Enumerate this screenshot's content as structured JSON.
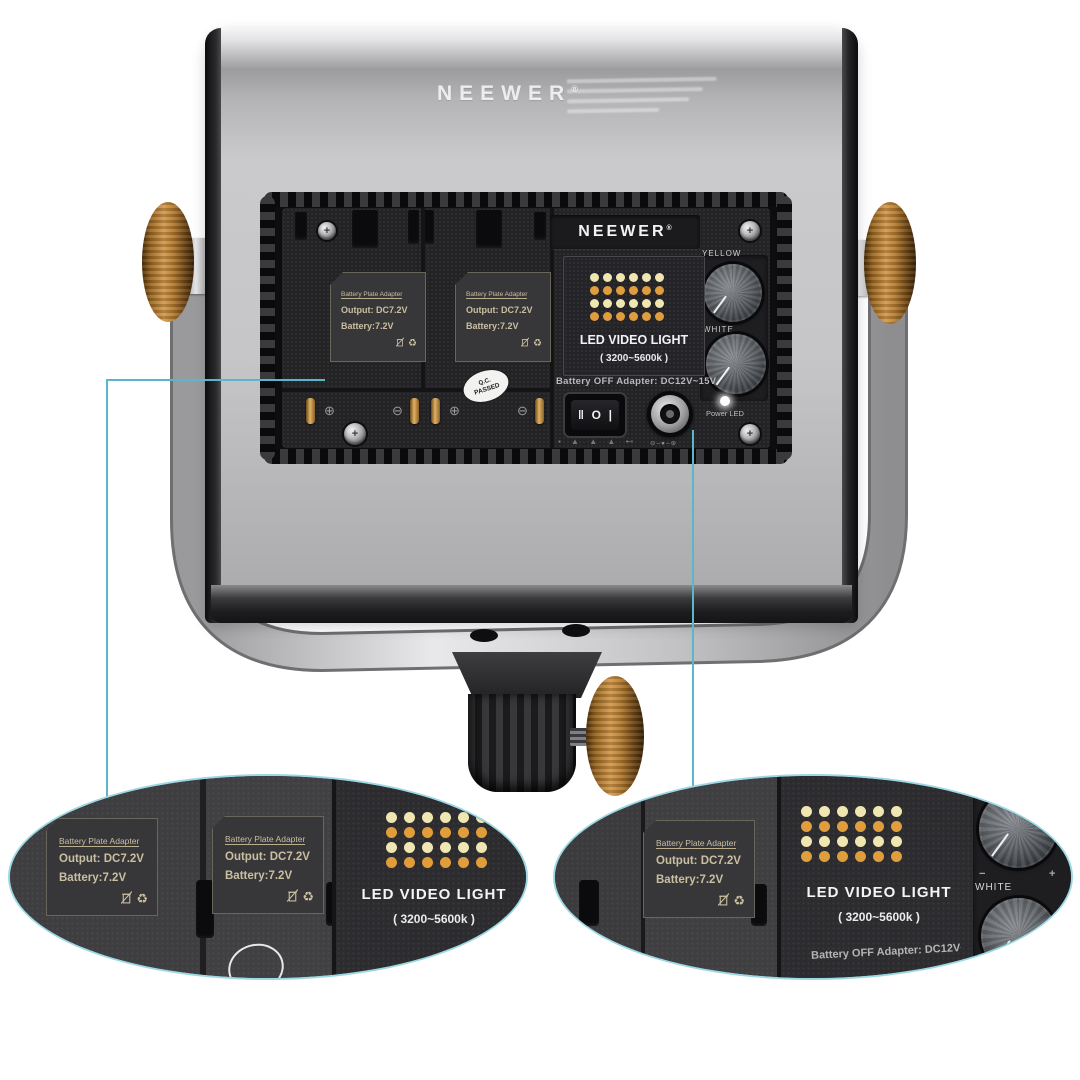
{
  "scene": {
    "background": "#ffffff"
  },
  "accent": {
    "callout_line": "#5cb6c9",
    "ellipse_border": "#9bd8e3",
    "gold": "#c08a3e"
  },
  "engraving": {
    "brand": "NEEWER",
    "reg": "®"
  },
  "control_panel": {
    "brand": "NEEWER",
    "brand_reg": "®",
    "yellow_knob_label": "YELLOW",
    "white_knob_label": "WHITE",
    "power_led_label": "Power LED",
    "adapter_label": "Battery OFF Adapter: DC12V~15V",
    "rocker_marks": {
      "left": "‖",
      "center": "O",
      "right": "|"
    },
    "dc_polarity": "⊖–●–⊕",
    "bottom_icons": "▪ ▲ ▲ ▲ ⊷",
    "terminal_plus": "⊕",
    "terminal_minus": "⊖",
    "knob_minus": "−",
    "knob_plus": "+",
    "qc_stamp": {
      "line1": "Q.C.",
      "line2": "PASSED"
    }
  },
  "led_panel": {
    "title": "LED VIDEO LIGHT",
    "subtitle": "( 3200~5600k )"
  },
  "battery_plate": {
    "title": "Battery Plate Adapter",
    "output": "Output: DC7.2V",
    "battery": "Battery:7.2V",
    "recycle_symbol": "♻"
  },
  "led_matrix": {
    "cols": 6,
    "rows": 4,
    "row_colors": [
      "#f0e6b2",
      "#e09d3c",
      "#f0e6b2",
      "#e09d3c"
    ]
  }
}
